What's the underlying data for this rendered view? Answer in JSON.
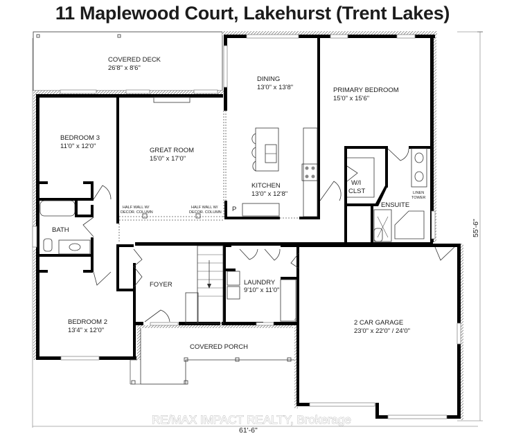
{
  "title": "11 Maplewood Court, Lakehurst (Trent Lakes)",
  "rooms": {
    "covered_deck": {
      "name": "COVERED DECK",
      "size": "26'8\" x 8'6\""
    },
    "dining": {
      "name": "DINING",
      "size": "13'0\" x 13'8\""
    },
    "primary_bedroom": {
      "name": "PRIMARY BEDROOM",
      "size": "15'0\" x 15'6\""
    },
    "bedroom3": {
      "name": "BEDROOM 3",
      "size": "11'0\" x 12'0\""
    },
    "great_room": {
      "name": "GREAT ROOM",
      "size": "15'0\" x 17'0\""
    },
    "kitchen": {
      "name": "KITCHEN",
      "size": "13'0\" x 12'8\""
    },
    "wi_closet": {
      "line1": "W/I",
      "line2": "CLST"
    },
    "ensuite": {
      "name": "ENSUITE"
    },
    "linen_tower": {
      "line1": "LINEN",
      "line2": "TOWER"
    },
    "bath": {
      "name": "BATH"
    },
    "pantry": {
      "name": "P"
    },
    "foyer": {
      "name": "FOYER"
    },
    "laundry": {
      "name": "LAUNDRY",
      "size": "9'10\" x 11'0\""
    },
    "bedroom2": {
      "name": "BEDROOM 2",
      "size": "13'4\" x 12'0\""
    },
    "garage": {
      "name": "2 CAR GARAGE",
      "size": "23'0\" x 22'0\" / 24'0\""
    },
    "covered_porch": {
      "name": "COVERED PORCH"
    }
  },
  "annotations": {
    "half_wall_1": {
      "line1": "HALF WALL W/",
      "line2": "DECOR. COLUMN"
    },
    "half_wall_2": {
      "line1": "HALF WALL W/",
      "line2": "DECOR. COLUMN"
    }
  },
  "dimensions": {
    "width": "61'-6\"",
    "depth": "55'-6\""
  },
  "watermark": "RE/MAX IMPACT REALTY, Brokerage"
}
